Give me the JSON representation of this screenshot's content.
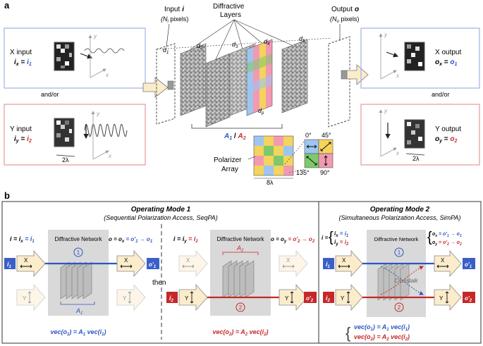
{
  "panel_a": {
    "label": "a",
    "input_title": "Input",
    "input_symbol": "i",
    "input_pixels_open": "(N",
    "input_pixels_sub": "i",
    "input_pixels_close": " pixels)",
    "layers_title_1": "Diffractive",
    "layers_title_2": "Layers",
    "output_title": "Output",
    "output_symbol": "o",
    "output_pixels_open": "(N",
    "output_pixels_sub": "o",
    "output_pixels_close": " pixels)",
    "x_input_label": "X input",
    "x_input_eq": {
      "lhs": "i",
      "sub": "x",
      "mid": " = ",
      "rhs": "i",
      "rhs_sub": "1"
    },
    "y_input_label": "Y input",
    "y_input_eq": {
      "lhs": "i",
      "sub": "y",
      "mid": " = ",
      "rhs": "i",
      "rhs_sub": "2"
    },
    "x_output_label": "X output",
    "x_output_eq": {
      "lhs": "o",
      "sub": "x",
      "mid": " = ",
      "rhs": "o",
      "rhs_sub": "1"
    },
    "y_output_label": "Y output",
    "y_output_eq": {
      "lhs": "o",
      "sub": "y",
      "mid": " = ",
      "rhs": "o",
      "rhs_sub": "2"
    },
    "andor": "and/or",
    "distances": [
      "d",
      "d",
      "d",
      "d",
      "d"
    ],
    "distance_subs": [
      "1",
      "2",
      "3",
      "4",
      "5"
    ],
    "dp_label": "d",
    "dp_sub": "p",
    "axis_x": "x",
    "axis_y": "y",
    "wavelength_input": "2λ",
    "wavelength_output": "2λ",
    "a1": "A",
    "a1_sub": "1",
    "a_sep": " / ",
    "a2": "A",
    "a2_sub": "2",
    "polarizer_1": "Polarizer",
    "polarizer_2": "Array",
    "pol_size": "8λ",
    "angle_0": "0°",
    "angle_45": "45°",
    "angle_135": "135°",
    "angle_90": "90°",
    "colors": {
      "blue": "#4a6fd8",
      "red": "#d32f2f",
      "yellow": "#f4d35e",
      "green": "#7dc96b",
      "pink": "#f29ab2",
      "lightblue": "#9ec5f0"
    }
  },
  "panel_b": {
    "label": "b",
    "mode1_title": "Operating Mode 1",
    "mode1_subtitle": "(Sequential Polarization Access, SeqPA)",
    "mode2_title": "Operating Mode 2",
    "mode2_subtitle": "(Simultaneous Polarization Access, SimPA)",
    "then": "then",
    "network": "Diffractive Network",
    "crosstalk": "Crosstalk",
    "num1": "1",
    "num2": "2",
    "mode1_eq_left": "i = i",
    "mode1_eq_left_sub1": "x",
    "mode1_eq_left_mid": " = i",
    "mode1_eq_left_sub2": "1",
    "mode1_eq_right": "o = o",
    "mode1_eq_right_sub1": "x",
    "mode1_eq_right_mid": " = o'",
    "mode1_eq_right_sub2": "1",
    "mode1_eq_right_arrow": " → o",
    "mode1_eq_right_sub3": "1",
    "seq2_eq_left": "i = i",
    "seq2_eq_left_sub1": "y",
    "seq2_eq_left_mid": " = i",
    "seq2_eq_left_sub2": "2",
    "seq2_eq_right": "o = o",
    "seq2_eq_right_sub1": "y",
    "seq2_eq_right_mid": " = o'",
    "seq2_eq_right_sub2": "2",
    "seq2_eq_right_arrow": " → o",
    "seq2_eq_right_sub3": "2",
    "box_i1": "i",
    "box_i1_sub": "1",
    "box_i2": "i",
    "box_i2_sub": "2",
    "box_o1": "o'",
    "box_o1_sub": "1",
    "box_o2": "o'",
    "box_o2_sub": "2",
    "X": "X",
    "Y": "Y",
    "A1": "A",
    "A1_sub": "1",
    "A2": "A",
    "A2_sub": "2",
    "vec1": "vec(o",
    "vec1_sub": "1",
    "vec1_mid": ") = A",
    "vec1_sub2": "1",
    "vec1_tail": " vec(i",
    "vec1_sub3": "1",
    "vec1_end": ")",
    "vec2": "vec(o",
    "vec2_sub": "2",
    "vec2_mid": ") = A",
    "vec2_sub2": "2",
    "vec2_tail": " vec(i",
    "vec2_sub3": "2",
    "vec2_end": ")",
    "m2_i_label": "i =",
    "m2_i_line1": "i",
    "m2_i_line1_sub": "x",
    "m2_i_line1_tail": " = i",
    "m2_i_line1_sub2": "1",
    "m2_i_line2": "i",
    "m2_i_line2_sub": "y",
    "m2_i_line2_tail": " = i",
    "m2_i_line2_sub2": "2",
    "m2_o_label": "o =",
    "m2_o_line1": "o",
    "m2_o_line1_sub": "x",
    "m2_o_line1_tail": " = o'",
    "m2_o_line1_sub2": "1",
    "m2_o_line1_arrow": " → o",
    "m2_o_line1_sub3": "1",
    "m2_o_line2": "o",
    "m2_o_line2_sub": "y",
    "m2_o_line2_tail": " = o'",
    "m2_o_line2_sub2": "2",
    "m2_o_line2_arrow": " → o",
    "m2_o_line2_sub3": "2",
    "colors": {
      "blue": "#2f55c4",
      "red": "#c62828",
      "box_blue": "#3a5fc8",
      "box_red": "#c62828",
      "net_bg": "#d9d9d9"
    }
  }
}
